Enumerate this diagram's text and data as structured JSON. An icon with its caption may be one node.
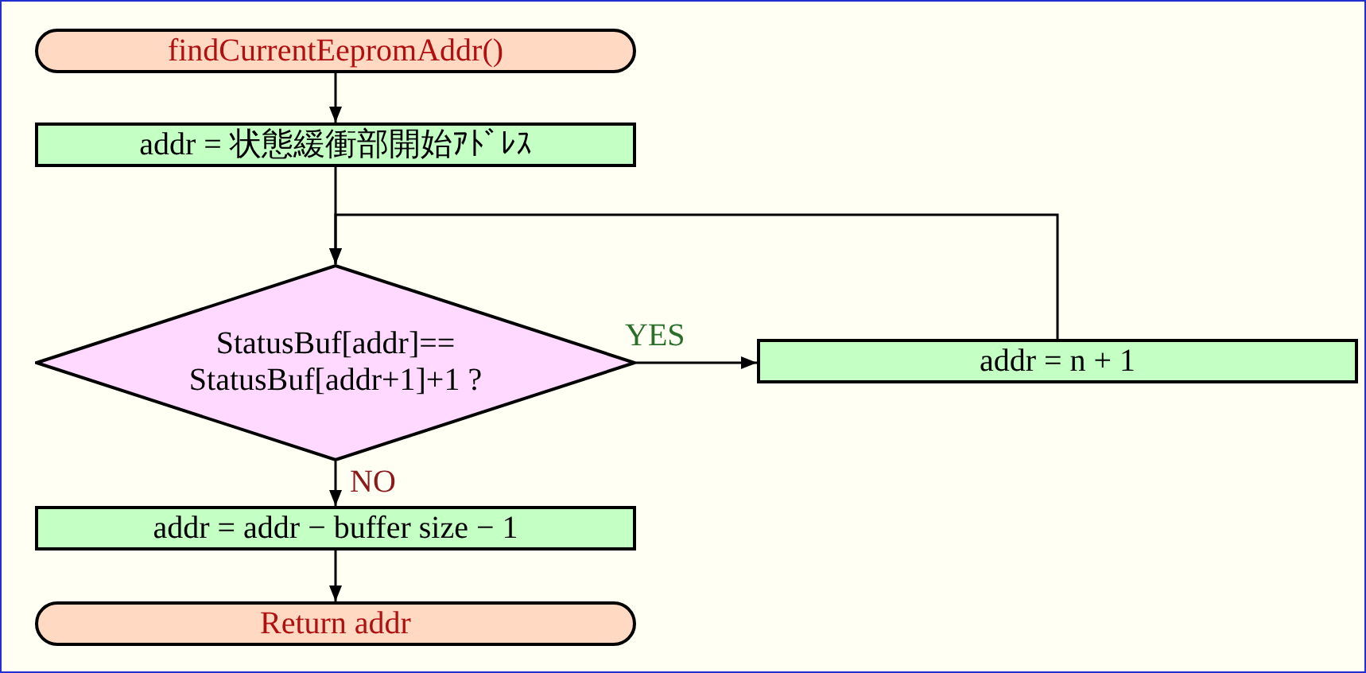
{
  "diagram": {
    "nodes": [
      {
        "text": [
          "findCurrentEepromAddr()"
        ]
      },
      {
        "text": [
          "addr = 状態緩衝部開始ｱﾄﾞﾚｽ"
        ]
      },
      {
        "text": [
          "StatusBuf[addr]== StatusBuf[addr+1]+1 ?"
        ]
      },
      {
        "text": [
          "addr = n + 1"
        ]
      },
      {
        "text": [
          "addr = addr − buffer size − 1"
        ]
      },
      {
        "text": [
          "Return addr"
        ]
      }
    ],
    "edges": [
      {
        "from": 0,
        "to": 1,
        "arrow": "to"
      },
      {
        "from": 1,
        "to": 2,
        "arrow": "to"
      },
      {
        "from": 2,
        "to": 3,
        "arrow": "to",
        "label": "YES"
      },
      {
        "from": 3,
        "to": 2,
        "arrow": "to"
      },
      {
        "from": 2,
        "to": 4,
        "arrow": "to",
        "label": "NO"
      },
      {
        "from": 4,
        "to": 5,
        "arrow": "to"
      }
    ]
  }
}
